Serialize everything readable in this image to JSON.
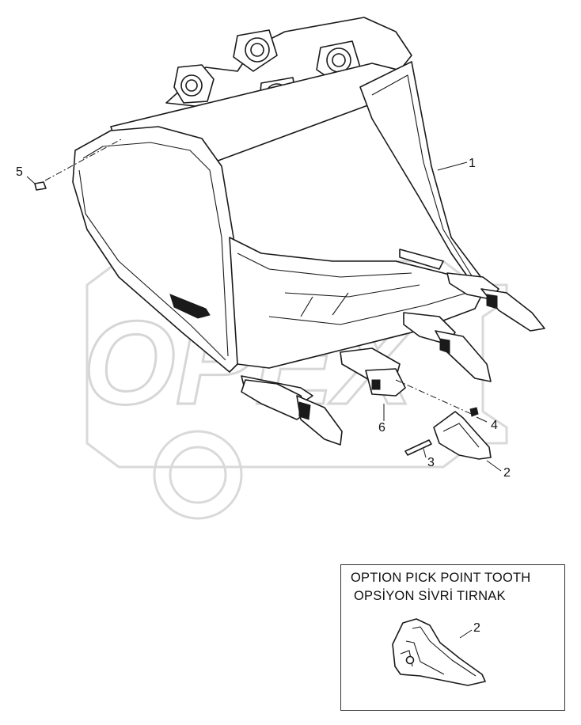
{
  "watermark_text": "OPEX",
  "callouts": {
    "c1": "1",
    "c2": "2",
    "c3": "3",
    "c4": "4",
    "c5": "5",
    "c6": "6"
  },
  "option_box": {
    "title": "OPTION PICK POINT TOOTH",
    "subtitle": "OPSİYON SİVRİ TIRNAK",
    "callout": "2"
  },
  "colors": {
    "line": "#1a1a1a",
    "watermark": "#d9d9d9",
    "background": "#ffffff"
  }
}
